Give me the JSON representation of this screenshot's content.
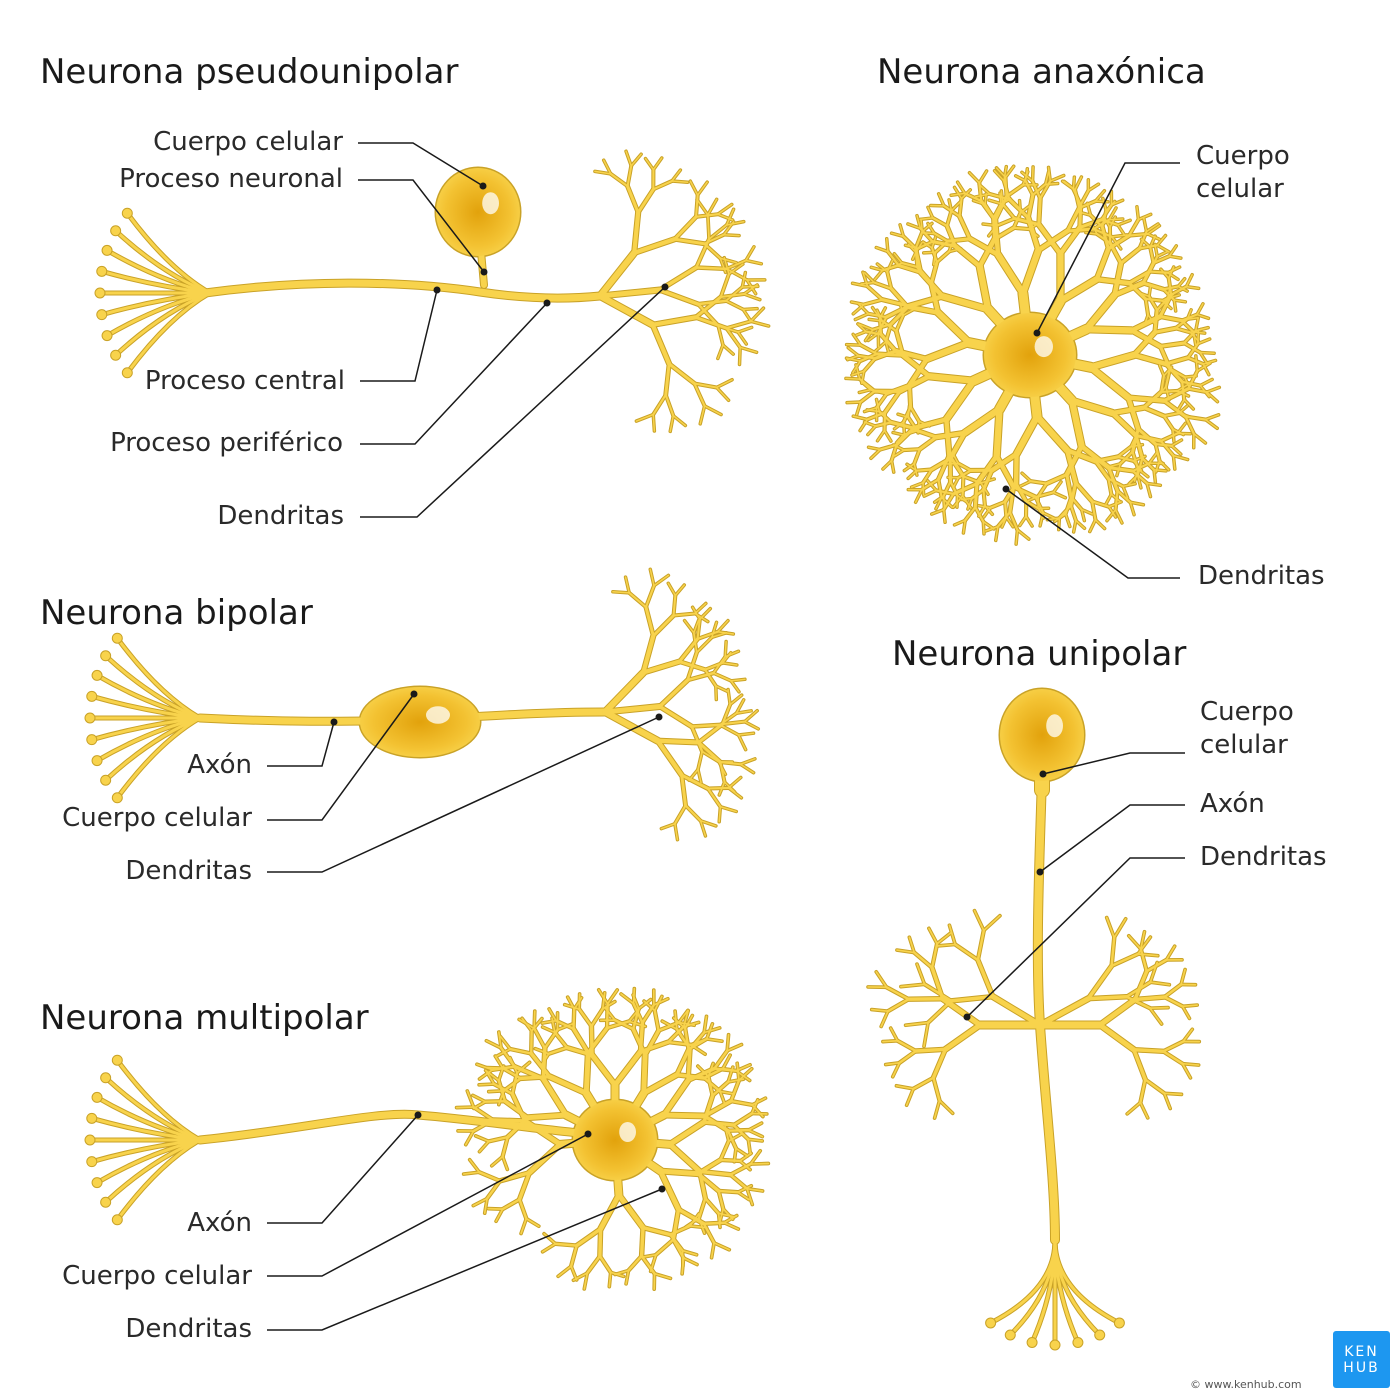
{
  "colors": {
    "neuron_fill": "#f8d34c",
    "neuron_outline": "#c9a227",
    "soma_core": "#e8a810",
    "leader": "#1a1a1a",
    "logo_bg": "#1d97f0"
  },
  "watermark": "www.kenhub.com ©",
  "pseudounipolar": {
    "title": "Neurona pseudounipolar",
    "labels": [
      "Cuerpo celular",
      "Proceso neuronal",
      "Proceso central",
      "Proceso periférico",
      "Dendritas"
    ]
  },
  "anaxonic": {
    "title": "Neurona anaxónica",
    "labels": [
      "Cuerpo\ncelular",
      "Dendritas"
    ]
  },
  "bipolar": {
    "title": "Neurona bipolar",
    "labels": [
      "Axón",
      "Cuerpo celular",
      "Dendritas"
    ]
  },
  "multipolar": {
    "title": "Neurona multipolar",
    "labels": [
      "Axón",
      "Cuerpo celular",
      "Dendritas"
    ]
  },
  "unipolar": {
    "title": "Neurona unipolar",
    "labels": [
      "Cuerpo\ncelular",
      "Axón",
      "Dendritas"
    ]
  },
  "logo": {
    "line1": "KEN",
    "line2": "HUB"
  },
  "copyright": "© www.kenhub.com"
}
